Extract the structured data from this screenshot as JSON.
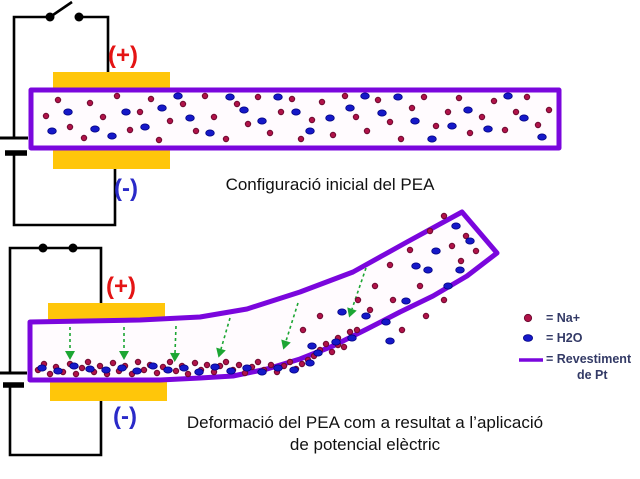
{
  "palette": {
    "pt_purple": "#7a06dd",
    "electrode_yellow": "#ffc60a",
    "positive_red": "#e41414",
    "negative_blue": "#2a2ac8",
    "na_red": "#b01248",
    "h2o_blue": "#1518c8",
    "arrow_green": "#1ca633",
    "legend_text": "#333a66",
    "wire_black": "#000000"
  },
  "top_diagram": {
    "caption": "Configuració inicial del PEA",
    "plus_label": "(+)",
    "minus_label": "(-)",
    "switch_state": "open",
    "na_dots": [
      [
        46,
        116
      ],
      [
        58,
        100
      ],
      [
        70,
        127
      ],
      [
        84,
        138
      ],
      [
        90,
        103
      ],
      [
        103,
        117
      ],
      [
        117,
        96
      ],
      [
        130,
        130
      ],
      [
        140,
        112
      ],
      [
        151,
        99
      ],
      [
        159,
        140
      ],
      [
        170,
        121
      ],
      [
        183,
        104
      ],
      [
        196,
        131
      ],
      [
        205,
        96
      ],
      [
        214,
        117
      ],
      [
        226,
        139
      ],
      [
        237,
        104
      ],
      [
        248,
        124
      ],
      [
        258,
        97
      ],
      [
        270,
        133
      ],
      [
        281,
        112
      ],
      [
        292,
        99
      ],
      [
        301,
        139
      ],
      [
        312,
        120
      ],
      [
        322,
        102
      ],
      [
        333,
        135
      ],
      [
        345,
        96
      ],
      [
        356,
        117
      ],
      [
        367,
        131
      ],
      [
        378,
        100
      ],
      [
        390,
        122
      ],
      [
        401,
        139
      ],
      [
        412,
        108
      ],
      [
        424,
        97
      ],
      [
        436,
        126
      ],
      [
        448,
        112
      ],
      [
        459,
        98
      ],
      [
        470,
        133
      ],
      [
        482,
        117
      ],
      [
        494,
        101
      ],
      [
        505,
        130
      ],
      [
        516,
        112
      ],
      [
        527,
        97
      ],
      [
        538,
        125
      ],
      [
        549,
        110
      ]
    ],
    "h2o_dots": [
      [
        52,
        131
      ],
      [
        68,
        112
      ],
      [
        95,
        129
      ],
      [
        112,
        136
      ],
      [
        126,
        112
      ],
      [
        145,
        127
      ],
      [
        162,
        108
      ],
      [
        178,
        96
      ],
      [
        190,
        118
      ],
      [
        210,
        133
      ],
      [
        230,
        97
      ],
      [
        244,
        110
      ],
      [
        262,
        121
      ],
      [
        278,
        97
      ],
      [
        296,
        112
      ],
      [
        310,
        131
      ],
      [
        330,
        118
      ],
      [
        350,
        108
      ],
      [
        365,
        96
      ],
      [
        382,
        113
      ],
      [
        398,
        97
      ],
      [
        415,
        121
      ],
      [
        432,
        139
      ],
      [
        452,
        126
      ],
      [
        468,
        110
      ],
      [
        488,
        129
      ],
      [
        508,
        96
      ],
      [
        524,
        118
      ],
      [
        542,
        137
      ]
    ]
  },
  "bottom_diagram": {
    "caption_line1": "Deformació del PEA com a resultat a l’aplicació",
    "caption_line2": "de potencial elèctric",
    "plus_label": "(+)",
    "minus_label": "(-)",
    "switch_state": "closed",
    "arrows": [
      [
        70,
        327,
        70,
        351
      ],
      [
        124,
        327,
        124,
        351
      ],
      [
        176,
        326,
        175,
        353
      ],
      [
        230,
        318,
        221,
        349
      ],
      [
        298,
        303,
        286,
        341
      ],
      [
        366,
        268,
        352,
        309
      ]
    ],
    "na_dots": [
      [
        38,
        370
      ],
      [
        44,
        364
      ],
      [
        50,
        374
      ],
      [
        56,
        367
      ],
      [
        63,
        372
      ],
      [
        70,
        364
      ],
      [
        76,
        374
      ],
      [
        82,
        368
      ],
      [
        88,
        362
      ],
      [
        94,
        372
      ],
      [
        100,
        366
      ],
      [
        107,
        374
      ],
      [
        113,
        363
      ],
      [
        119,
        371
      ],
      [
        125,
        366
      ],
      [
        132,
        374
      ],
      [
        138,
        362
      ],
      [
        144,
        370
      ],
      [
        150,
        365
      ],
      [
        157,
        373
      ],
      [
        163,
        367
      ],
      [
        170,
        362
      ],
      [
        176,
        371
      ],
      [
        182,
        366
      ],
      [
        188,
        374
      ],
      [
        195,
        363
      ],
      [
        201,
        370
      ],
      [
        207,
        365
      ],
      [
        214,
        372
      ],
      [
        220,
        366
      ],
      [
        226,
        362
      ],
      [
        233,
        370
      ],
      [
        239,
        365
      ],
      [
        245,
        373
      ],
      [
        252,
        367
      ],
      [
        258,
        362
      ],
      [
        264,
        370
      ],
      [
        271,
        365
      ],
      [
        277,
        372
      ],
      [
        284,
        366
      ],
      [
        290,
        362
      ],
      [
        296,
        369
      ],
      [
        302,
        364
      ],
      [
        308,
        360
      ],
      [
        314,
        356
      ],
      [
        320,
        350
      ],
      [
        326,
        344
      ],
      [
        332,
        352
      ],
      [
        338,
        338
      ],
      [
        344,
        347
      ],
      [
        350,
        332
      ],
      [
        358,
        300
      ],
      [
        375,
        286
      ],
      [
        393,
        300
      ],
      [
        390,
        265
      ],
      [
        410,
        250
      ],
      [
        420,
        286
      ],
      [
        430,
        231
      ],
      [
        444,
        216
      ],
      [
        452,
        246
      ],
      [
        461,
        261
      ],
      [
        426,
        316
      ],
      [
        444,
        300
      ],
      [
        303,
        330
      ],
      [
        320,
        316
      ],
      [
        338,
        345
      ],
      [
        357,
        330
      ],
      [
        466,
        236
      ],
      [
        476,
        251
      ],
      [
        370,
        310
      ],
      [
        402,
        330
      ]
    ],
    "h2o_dots": [
      [
        42,
        368
      ],
      [
        58,
        371
      ],
      [
        74,
        366
      ],
      [
        90,
        369
      ],
      [
        106,
        370
      ],
      [
        122,
        368
      ],
      [
        137,
        371
      ],
      [
        153,
        366
      ],
      [
        168,
        370
      ],
      [
        184,
        368
      ],
      [
        199,
        372
      ],
      [
        215,
        367
      ],
      [
        231,
        371
      ],
      [
        247,
        368
      ],
      [
        262,
        372
      ],
      [
        278,
        368
      ],
      [
        294,
        370
      ],
      [
        310,
        363
      ],
      [
        318,
        353
      ],
      [
        336,
        342
      ],
      [
        352,
        338
      ],
      [
        342,
        312
      ],
      [
        366,
        316
      ],
      [
        386,
        322
      ],
      [
        406,
        301
      ],
      [
        416,
        266
      ],
      [
        436,
        251
      ],
      [
        448,
        286
      ],
      [
        456,
        226
      ],
      [
        470,
        241
      ],
      [
        390,
        341
      ],
      [
        312,
        346
      ],
      [
        460,
        270
      ],
      [
        428,
        270
      ]
    ]
  },
  "legend": {
    "na_label": "= Na+",
    "h2o_label": "= H2O",
    "pt_label": "= Revestiment",
    "pt_label2": "de Pt"
  }
}
